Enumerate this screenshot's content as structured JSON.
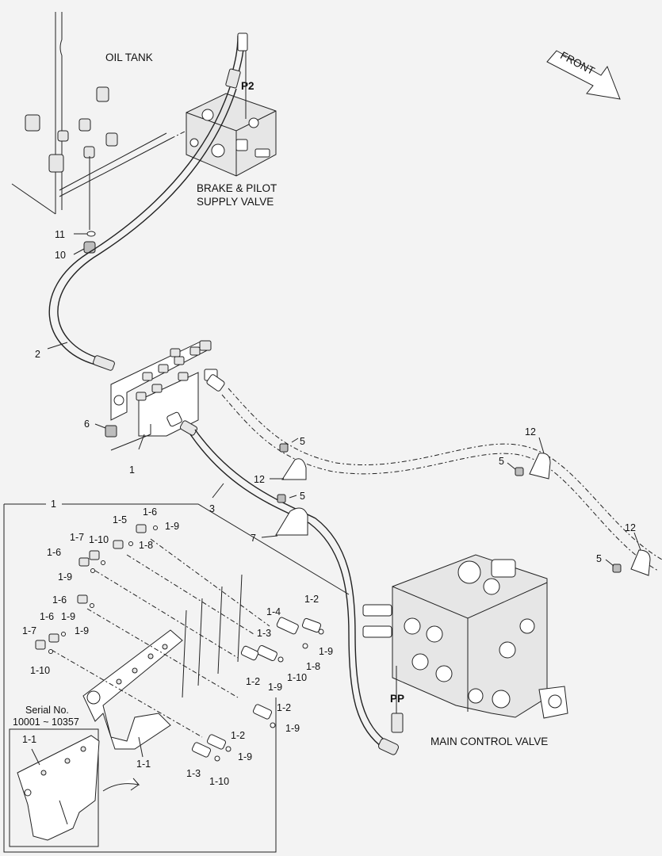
{
  "labels": {
    "oil_tank": "OIL TANK",
    "front": "FRONT",
    "p2": "P2",
    "brake_pilot_line1": "BRAKE & PILOT",
    "brake_pilot_line2": "SUPPLY VALVE",
    "main_control_valve": "MAIN CONTROL VALVE",
    "pp": "PP",
    "serial_line1": "Serial No.",
    "serial_line2": "10001 ~ 10357"
  },
  "callouts": {
    "c11": "11",
    "c10": "10",
    "c2": "2",
    "c6": "6",
    "c1_bracket": "1",
    "c5_a": "5",
    "c12_a": "12",
    "c3": "3",
    "c5_b": "5",
    "c7": "7",
    "c12_b": "12",
    "c5_c": "5",
    "c12_c": "12",
    "c5_d": "5",
    "c1_detail": "1",
    "d_1_5": "1-5",
    "d_1_6_a": "1-6",
    "d_1_9_a": "1-9",
    "d_1_7_a": "1-7",
    "d_1_10_a": "1-10",
    "d_1_8_a": "1-8",
    "d_1_6_b": "1-6",
    "d_1_9_b": "1-9",
    "d_1_6_c": "1-6",
    "d_1_9_c": "1-9",
    "d_1_6_d": "1-6",
    "d_1_7_b": "1-7",
    "d_1_9_d": "1-9",
    "d_1_10_b": "1-10",
    "d_1_2_a": "1-2",
    "d_1_4": "1-4",
    "d_1_3_a": "1-3",
    "d_1_9_e": "1-9",
    "d_1_8_b": "1-8",
    "d_1_10_c": "1-10",
    "d_1_2_b": "1-2",
    "d_1_9_f": "1-9",
    "d_1_2_c": "1-2",
    "d_1_9_g": "1-9",
    "d_1_2_d": "1-2",
    "d_1_9_h": "1-9",
    "d_1_3_b": "1-3",
    "d_1_10_d": "1-10",
    "d_1_1_a": "1-1",
    "d_1_1_b": "1-1"
  }
}
